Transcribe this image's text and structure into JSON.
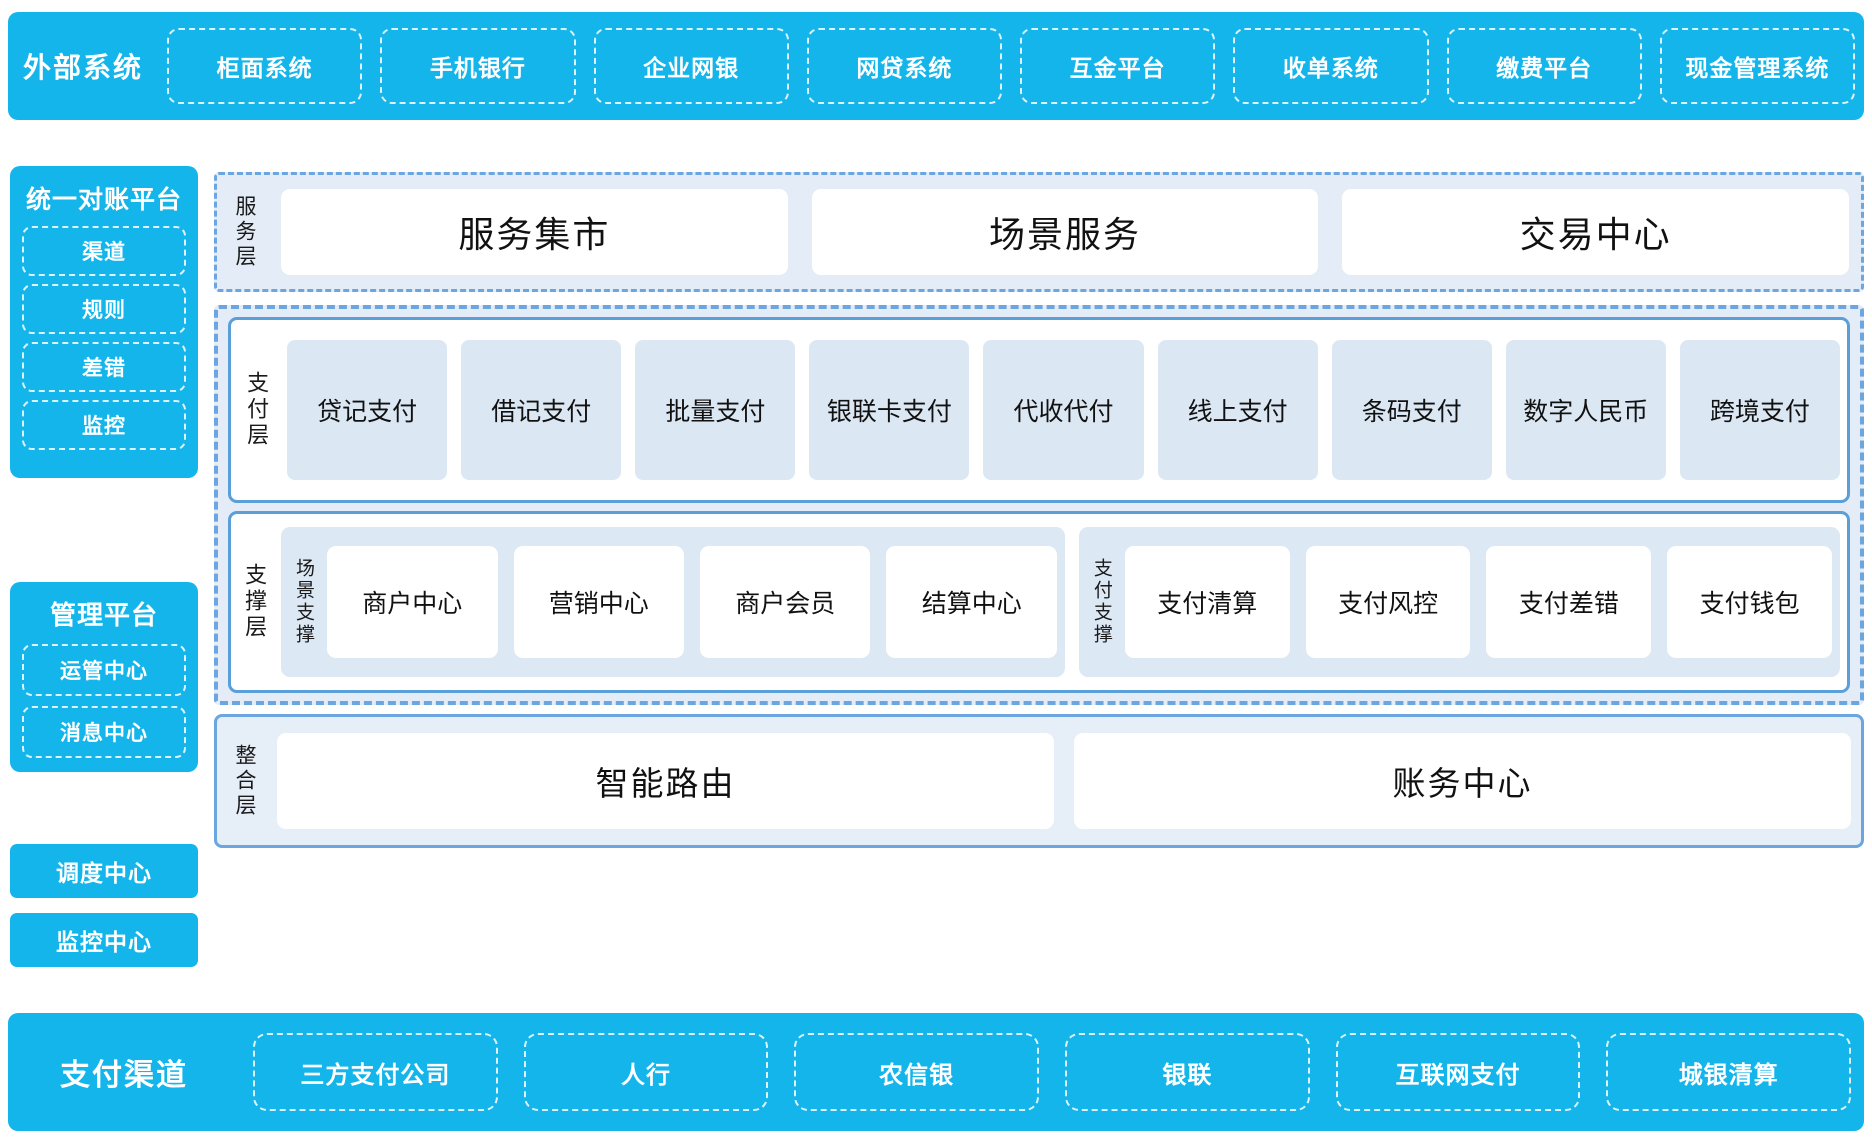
{
  "colors": {
    "brand_blue": "#13b5ea",
    "panel_pale_blue": "#e3ecf7",
    "dashed_border_blue": "#6ba6e0",
    "card_blue": "#dce7f4",
    "solid_border_blue": "#5a9fd8",
    "white": "#ffffff",
    "text_dark": "#111111"
  },
  "external": {
    "title": "外部系统",
    "items": [
      "柜面系统",
      "手机银行",
      "企业网银",
      "网贷系统",
      "互金平台",
      "收单系统",
      "缴费平台",
      "现金管理系统"
    ]
  },
  "sidebar": {
    "reconciliation": {
      "title": "统一对账平台",
      "items": [
        "渠道",
        "规则",
        "差错",
        "监控"
      ]
    },
    "management": {
      "title": "管理平台",
      "items": [
        "运管中心",
        "消息中心"
      ]
    },
    "standalone": [
      "调度中心",
      "监控中心"
    ]
  },
  "service_layer": {
    "label": "服务层",
    "items": [
      "服务集市",
      "场景服务",
      "交易中心"
    ]
  },
  "payment_layer": {
    "label": "支付层",
    "items": [
      "贷记支付",
      "借记支付",
      "批量支付",
      "银联卡支付",
      "代收代付",
      "线上支付",
      "条码支付",
      "数字人民币",
      "跨境支付"
    ]
  },
  "support_layer": {
    "label": "支撑层",
    "groups": [
      {
        "label": "场景支撑",
        "items": [
          "商户中心",
          "营销中心",
          "商户会员",
          "结算中心"
        ]
      },
      {
        "label": "支付支撑",
        "items": [
          "支付清算",
          "支付风控",
          "支付差错",
          "支付钱包"
        ]
      }
    ]
  },
  "integration_layer": {
    "label": "整合层",
    "items": [
      "智能路由",
      "账务中心"
    ]
  },
  "channels": {
    "title": "支付渠道",
    "items": [
      "三方支付公司",
      "人行",
      "农信银",
      "银联",
      "互联网支付",
      "城银清算"
    ]
  }
}
